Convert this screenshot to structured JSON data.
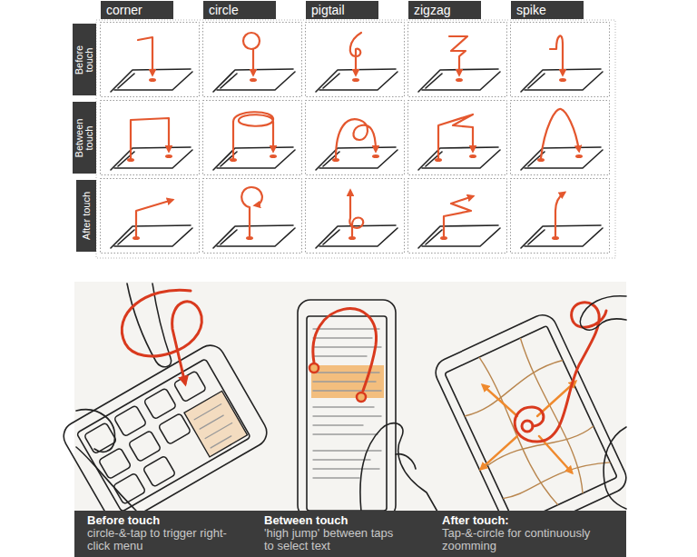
{
  "diagram": {
    "nodes": [
      {
        "text": [
          "corner"
        ]
      },
      {
        "text": [
          "circle"
        ]
      },
      {
        "text": [
          "pigtail"
        ]
      },
      {
        "text": [
          "zigzag"
        ]
      },
      {
        "text": [
          "spike"
        ]
      },
      {
        "text": [
          "Before touch"
        ]
      },
      {
        "text": [
          "Between touch"
        ]
      },
      {
        "text": [
          "After touch"
        ]
      },
      {
        "text": [
          "Before touch",
          "circle-&-tap to trigger right-click menu"
        ]
      },
      {
        "text": [
          "Between touch",
          "'high jump' between taps to select text"
        ]
      },
      {
        "text": [
          "After touch:",
          "Tap-&-circle for continuously zoomming"
        ]
      }
    ]
  }
}
